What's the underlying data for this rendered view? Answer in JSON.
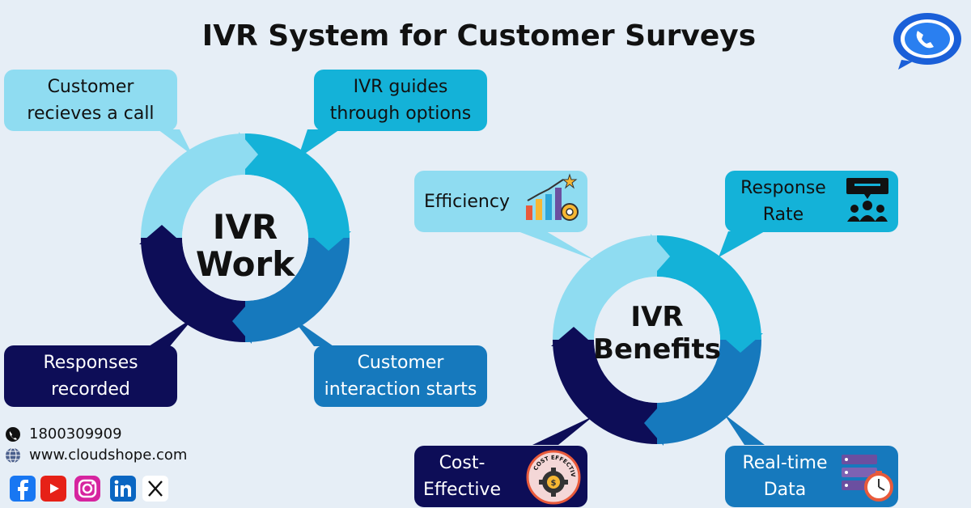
{
  "title": "IVR System for Customer Surveys",
  "work": {
    "center": [
      "IVR",
      "Work"
    ],
    "steps": [
      "Customer recieves a call",
      "IVR guides through options",
      "Customer interaction starts",
      "Responses recorded"
    ]
  },
  "benefits": {
    "center": [
      "IVR",
      "Benefits"
    ],
    "items": [
      {
        "label": "Efficiency",
        "icon": "growth-chart-icon"
      },
      {
        "label": "Response Rate",
        "icon": "feedback-group-icon"
      },
      {
        "label": "Real-time Data",
        "icon": "server-timer-icon"
      },
      {
        "label": "Cost-Effective",
        "icon": "cost-effective-gear-icon",
        "badge": "COST EFFECTIVE"
      }
    ]
  },
  "contact": {
    "phone": "1800309909",
    "website": "www.cloudshope.com"
  },
  "social": [
    "facebook",
    "youtube",
    "instagram",
    "linkedin",
    "x"
  ],
  "colors": {
    "background": "#e6eef6",
    "light": "#8fdcf1",
    "teal": "#14b2d8",
    "blue": "#1679bd",
    "navy": "#0d0d57"
  }
}
